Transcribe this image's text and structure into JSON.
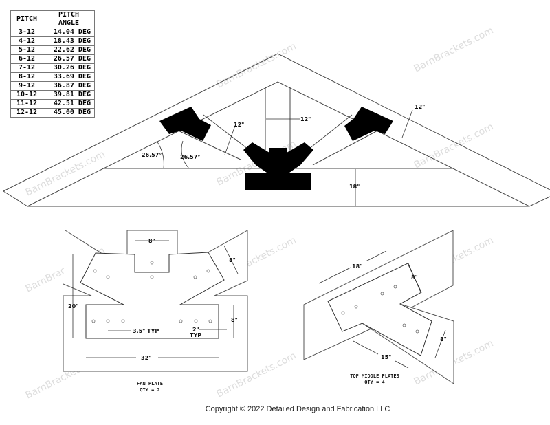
{
  "table": {
    "headers": [
      "PITCH",
      "PITCH ANGLE"
    ],
    "rows": [
      [
        "3-12",
        "14.04 DEG"
      ],
      [
        "4-12",
        "18.43 DEG"
      ],
      [
        "5-12",
        "22.62 DEG"
      ],
      [
        "6-12",
        "26.57 DEG"
      ],
      [
        "7-12",
        "30.26 DEG"
      ],
      [
        "8-12",
        "33.69 DEG"
      ],
      [
        "9-12",
        "36.87 DEG"
      ],
      [
        "10-12",
        "39.81 DEG"
      ],
      [
        "11-12",
        "42.51 DEG"
      ],
      [
        "12-12",
        "45.00 DEG"
      ]
    ]
  },
  "truss": {
    "angle_left": "26.57°",
    "angle_right": "26.57°",
    "web_width": "12\"",
    "post_width": "12\"",
    "rafter_depth": "12\"",
    "chord_depth": "18\""
  },
  "fan_plate": {
    "post_width": "8\"",
    "wing_width": "8\"",
    "height": "20\"",
    "base_height": "8\"",
    "hole_spacing": "3.5\" TYP",
    "edge": "2\"",
    "edge_typ": "TYP",
    "length": "32\"",
    "caption": "FAN PLATE",
    "qty": "QTY = 2"
  },
  "top_plate": {
    "length_top": "18\"",
    "width_top": "8\"",
    "width_bottom": "8\"",
    "length_bottom": "15\"",
    "caption": "TOP MIDDLE PLATES",
    "qty": "QTY = 4"
  },
  "watermark": "BarnBrackets.com",
  "copyright": "Copyright © 2022 Detailed Design and Fabrication LLC"
}
